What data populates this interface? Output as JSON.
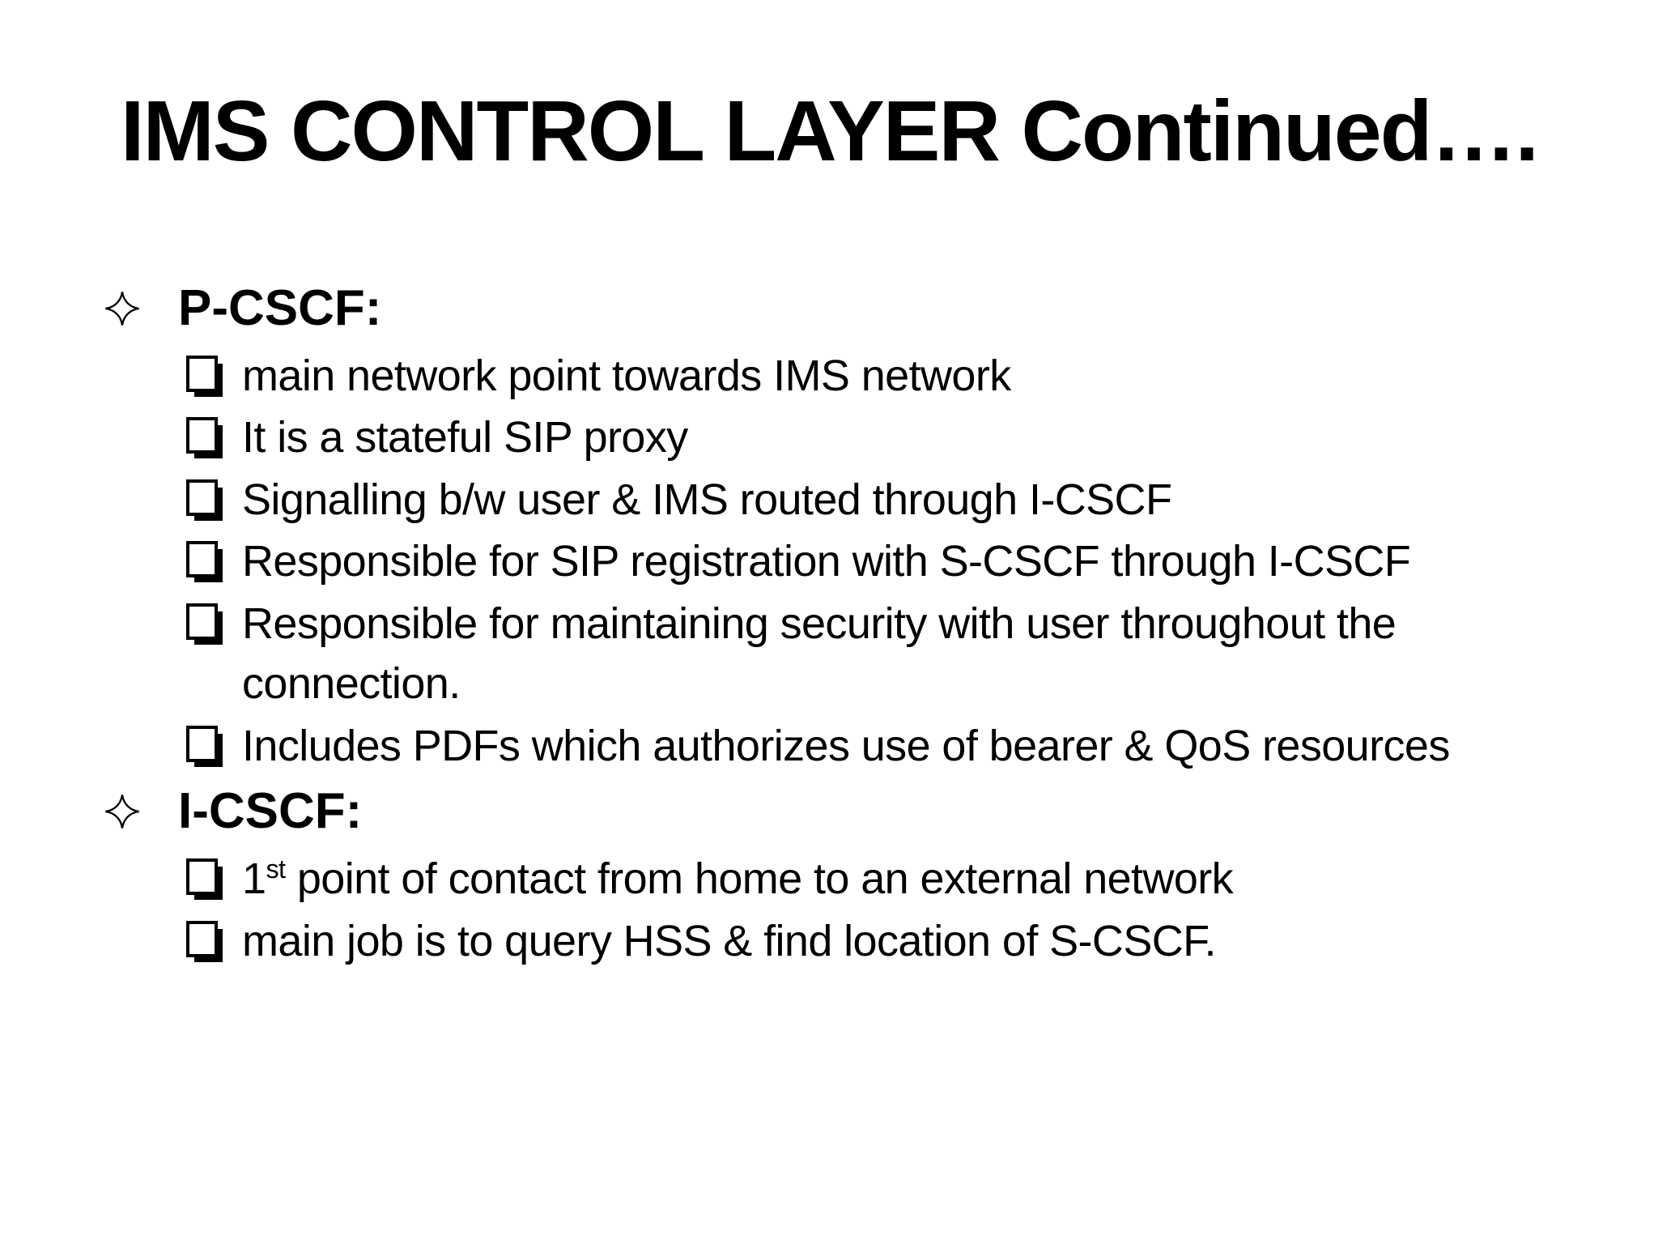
{
  "slide": {
    "title": "IMS CONTROL LAYER Continued….",
    "sections": [
      {
        "heading": "P-CSCF:",
        "bullets": [
          "main network point towards IMS network",
          "It is a stateful SIP proxy",
          "Signalling b/w user & IMS routed through I-CSCF",
          "Responsible for SIP registration with S-CSCF through I-CSCF",
          "Responsible for maintaining security with user throughout the connection.",
          "Includes PDFs which authorizes use of bearer & QoS resources"
        ]
      },
      {
        "heading": "I-CSCF:",
        "bullets": [
          {
            "pre": "1",
            "sup": "st",
            "rest": " point of contact from home to an external network"
          },
          "main job is to query HSS & find location of S-CSCF."
        ]
      }
    ],
    "icons": {
      "section_bullet": "four-pointed-star",
      "sub_bullet": "shadowed-checkbox-square"
    },
    "colors": {
      "background": "#ffffff",
      "text": "#000000"
    }
  }
}
